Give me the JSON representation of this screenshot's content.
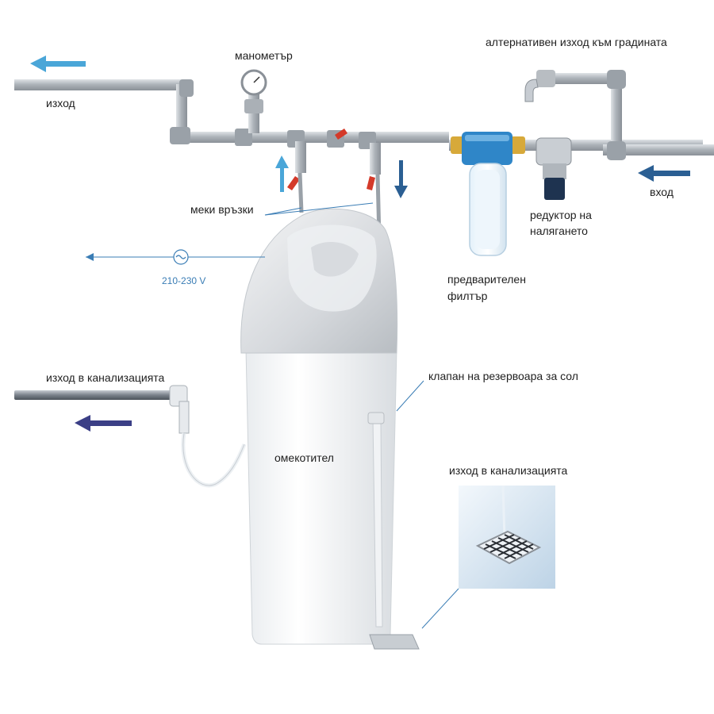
{
  "labels": {
    "output": "изход",
    "pressure_gauge": "манометър",
    "garden_output": "алтернативен изход към градината",
    "input": "вход",
    "soft_connections": "меки връзки",
    "voltage": "210-230 V",
    "pressure_reducer_line1": "редуктор на",
    "pressure_reducer_line2": "налягането",
    "prefilter_line1": "предварителен",
    "prefilter_line2": "филтър",
    "drain_left": "изход в канализацията",
    "brine_valve": "клапан на резервоара за сол",
    "softener": "омекотител",
    "drain_floor": "изход в канализацията"
  },
  "colors": {
    "arrow_light_blue": "#4aa6d8",
    "arrow_dark_blue": "#2b5f93",
    "arrow_navy": "#3b3f86",
    "pipe": "#b9bec4",
    "valve_red": "#d43a2a",
    "filter_blue": "#2f86c8"
  }
}
